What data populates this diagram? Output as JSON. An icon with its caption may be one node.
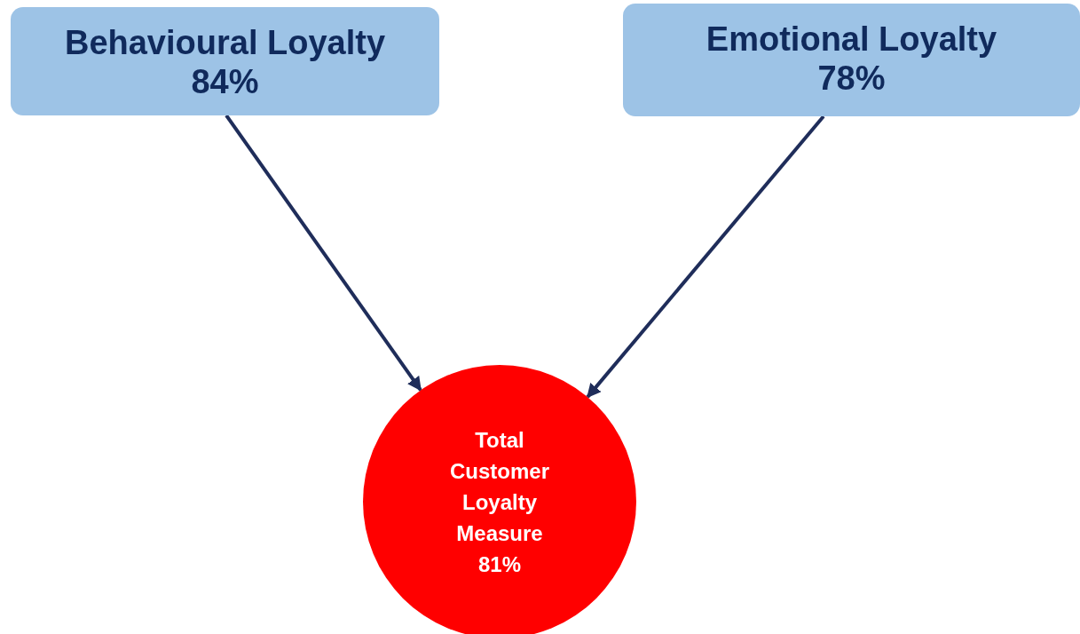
{
  "diagram": {
    "nodes": [
      {
        "text": [
          "Behavioural Loyalty",
          "84%"
        ]
      },
      {
        "text": [
          "Emotional Loyalty",
          "78%"
        ]
      },
      {
        "text": [
          "Total Customer Loyalty Measure",
          "81%"
        ]
      }
    ],
    "edges": [
      {
        "from": 0,
        "to": 2,
        "arrow": "to"
      },
      {
        "from": 1,
        "to": 2,
        "arrow": "to"
      }
    ]
  }
}
